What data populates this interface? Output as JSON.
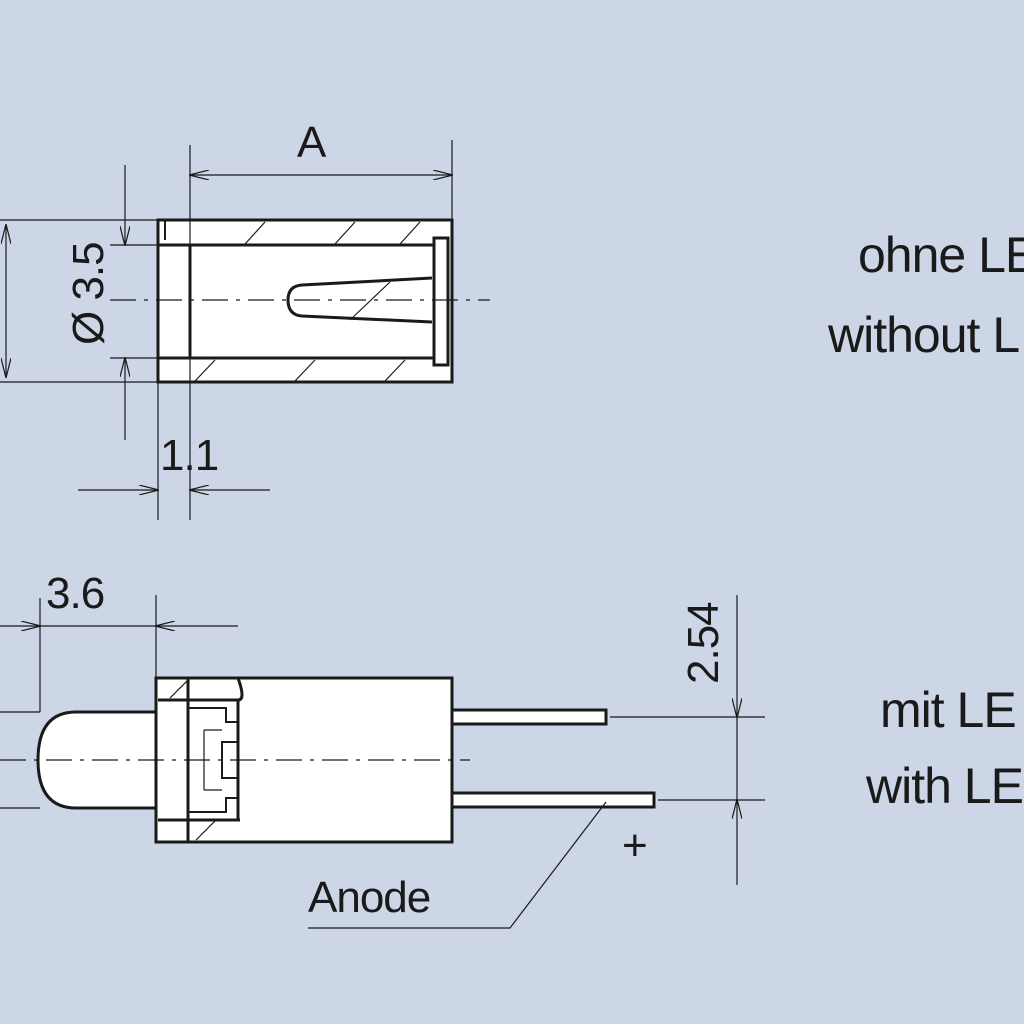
{
  "colors": {
    "background": "#ccd6e6",
    "part_fill": "#ffffff",
    "line": "#1a1a1a"
  },
  "top_view": {
    "dim_length": "A",
    "dim_diameter": "Ø 3.5",
    "dim_wall": "1.1",
    "caption_de": "ohne LE",
    "caption_en": "without L"
  },
  "bottom_view": {
    "dim_led_protrusion": "3.6",
    "dim_pitch": "2.54",
    "polarity": "+",
    "pin_label": "Anode",
    "caption_de": "mit LE",
    "caption_en": "with LE"
  }
}
